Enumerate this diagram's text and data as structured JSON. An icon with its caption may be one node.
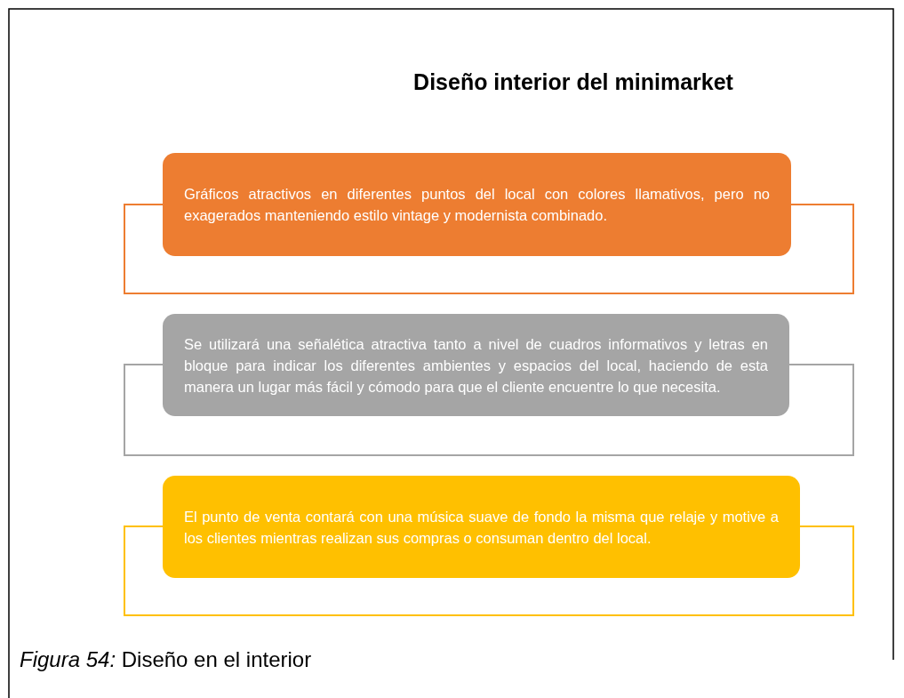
{
  "diagram": {
    "title": "Diseño interior del minimarket",
    "nodes": [
      {
        "text": [
          "Gráficos atractivos en diferentes puntos del local con colores llamativos, pero no exagerados manteniendo estilo vintage y modernista combinado."
        ]
      },
      {
        "text": [
          "Se utilizará una señalética atractiva tanto a nivel de cuadros informativos y letras en bloque para indicar los diferentes ambientes y espacios del local, haciendo de esta manera un lugar más fácil y cómodo para que el cliente encuentre lo que necesita."
        ]
      },
      {
        "text": [
          "El punto de venta contará con una música suave de fondo la misma que relaje y motive a los clientes mientras realizan sus compras o consuman dentro del local."
        ]
      }
    ],
    "caption": "*Figura 54:* Diseño en el interior"
  }
}
